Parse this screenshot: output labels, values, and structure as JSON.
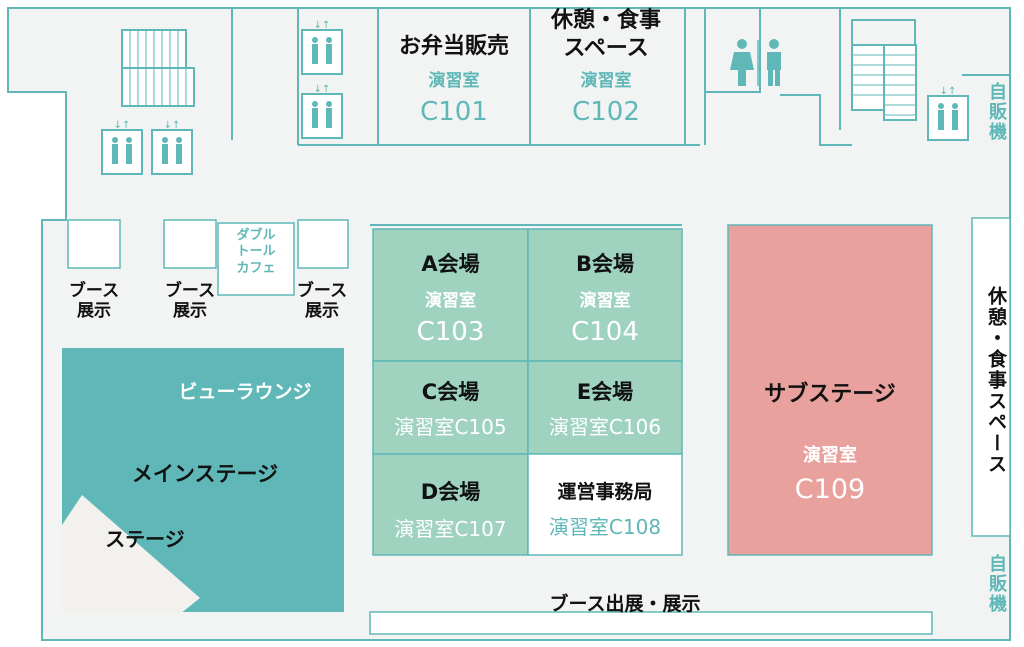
{
  "colors": {
    "outline": "#5fb8b7",
    "floor": "#f2f4f3",
    "room_green": "#9fd2bf",
    "main_stage": "#5fb8b7",
    "sub_stage": "#e8a19c",
    "label_teal": "#5fb8b7"
  },
  "icons": [
    "elevator-icon",
    "restroom-icon",
    "stairs-icon"
  ],
  "rooms": {
    "bento": {
      "name": "お弁当販売",
      "room_label": "演習室",
      "room_no": "C101"
    },
    "rest_top": {
      "name_line1": "休憩・食事",
      "name_line2": "スペース",
      "room_label": "演習室",
      "room_no": "C102"
    },
    "a": {
      "name": "A会場",
      "room_label": "演習室",
      "room_no": "C103"
    },
    "b": {
      "name": "B会場",
      "room_label": "演習室",
      "room_no": "C104"
    },
    "c": {
      "name": "C会場",
      "room_full": "演習室C105"
    },
    "e": {
      "name": "E会場",
      "room_full": "演習室C106"
    },
    "d": {
      "name": "D会場",
      "room_full": "演習室C107"
    },
    "office": {
      "name": "運営事務局",
      "room_full": "演習室C108"
    },
    "sub_stage": {
      "name": "サブステージ",
      "room_label": "演習室",
      "room_no": "C109"
    }
  },
  "areas": {
    "booth_1": {
      "line1": "ブース",
      "line2": "展示"
    },
    "booth_2": {
      "line1": "ブース",
      "line2": "展示"
    },
    "booth_3": {
      "line1": "ブース",
      "line2": "展示"
    },
    "cafe": {
      "line1": "ダブル",
      "line2": "トール",
      "line3": "カフェ"
    },
    "view_lounge": "ビューラウンジ",
    "main_stage": "メインステージ",
    "stage": "ステージ",
    "booth_bottom": "ブース出展・展示",
    "rest_right": "休憩・食事スペース",
    "vending_top": "自販機",
    "vending_bottom": "自販機"
  }
}
